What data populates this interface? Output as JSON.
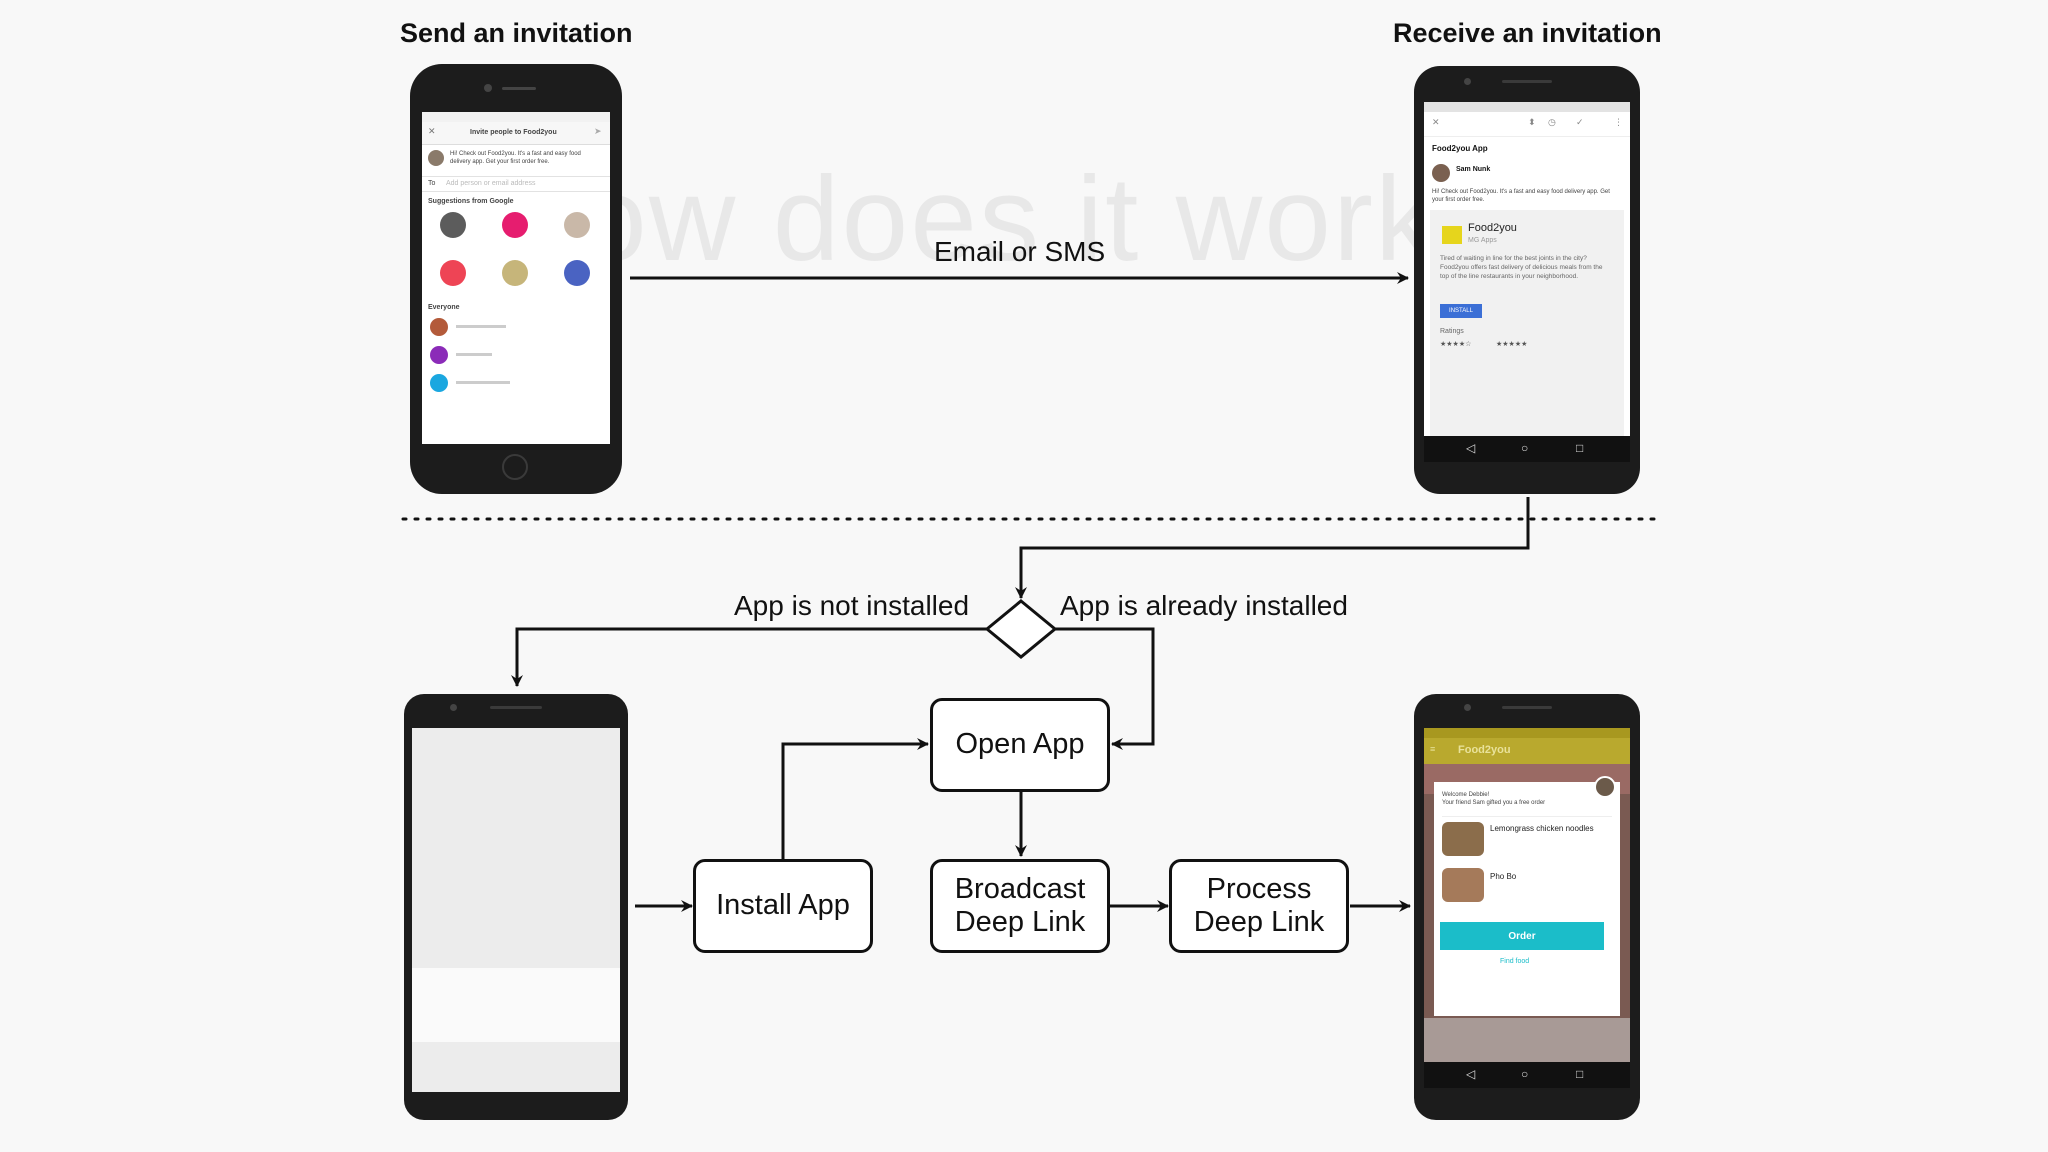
{
  "headings": {
    "send": "Send an invitation",
    "receive": "Receive an invitation"
  },
  "watermark": "ow does it work",
  "edges": {
    "email_sms": "Email or SMS",
    "not_installed": "App is not installed",
    "already_installed": "App is already installed"
  },
  "nodes": {
    "open_app": "Open App",
    "install_app": "Install App",
    "broadcast_l1": "Broadcast",
    "broadcast_l2": "Deep Link",
    "process_l1": "Process",
    "process_l2": "Deep Link"
  },
  "invite_screen": {
    "title": "Invite people to Food2you",
    "message": "Hi! Check out Food2you. It's a fast and easy food delivery app. Get your first order free.",
    "to_label": "To",
    "to_placeholder": "Add person or email address",
    "suggestions_title": "Suggestions from Google",
    "everyone_title": "Everyone"
  },
  "email_screen": {
    "subject": "Food2you App",
    "sender": "Sam Nunk",
    "body": "Hi! Check out Food2you. It's a fast and easy food delivery app. Get your first order free.",
    "app_name": "Food2you",
    "app_sub": "MG Apps",
    "app_desc": "Tired of waiting in line for the best joints in the city? Food2you offers fast delivery of delicious meals from the top of the line restaurants in your neighborhood.",
    "install": "INSTALL",
    "ratings": "Ratings"
  },
  "app_screen": {
    "app_title": "Food2you",
    "welcome": "Welcome Debbie!",
    "gift": "Your friend Sam gifted you a free order",
    "item1": "Lemongrass chicken noodles",
    "item2": "Pho Bo",
    "order": "Order",
    "find_food": "Find food"
  },
  "colors": {
    "line": "#111111",
    "install_blue": "#3b6fd6",
    "order_teal": "#1bbdc9",
    "app_bar": "#b9a92e"
  }
}
